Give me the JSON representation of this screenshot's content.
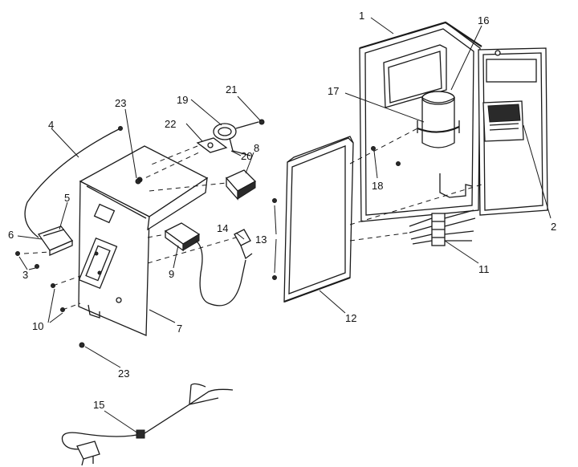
{
  "callouts": {
    "c1": "1",
    "c2": "2",
    "c3": "3",
    "c4": "4",
    "c5": "5",
    "c6": "6",
    "c7": "7",
    "c8": "8",
    "c9": "9",
    "c10": "10",
    "c11": "11",
    "c12": "12",
    "c13": "13",
    "c14": "14",
    "c15": "15",
    "c16": "16",
    "c17": "17",
    "c18": "18",
    "c19": "19",
    "c20": "20",
    "c21": "21",
    "c22": "22",
    "c23a": "23",
    "c23b": "23"
  }
}
